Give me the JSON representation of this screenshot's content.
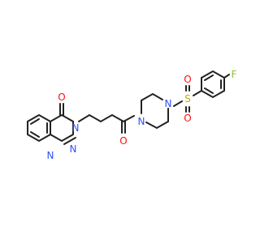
{
  "molecule": {
    "atom_labels": {
      "o_ketone_top": "O",
      "n_ring_3": "N",
      "n_ring_2": "N",
      "n_ring_1": "N",
      "o_amide": "O",
      "n_piperazine_left": "N",
      "n_piperazine_right": "N",
      "s_sulfonyl": "S",
      "o_sulfonyl_top": "O",
      "o_sulfonyl_bottom": "O",
      "f_fluoro": "F"
    },
    "colors": {
      "bond": "#222222",
      "nitrogen": "#3050f8",
      "oxygen": "#ff0d0d",
      "sulfur": "#c9a800",
      "fluorine": "#8fbf2f"
    }
  }
}
